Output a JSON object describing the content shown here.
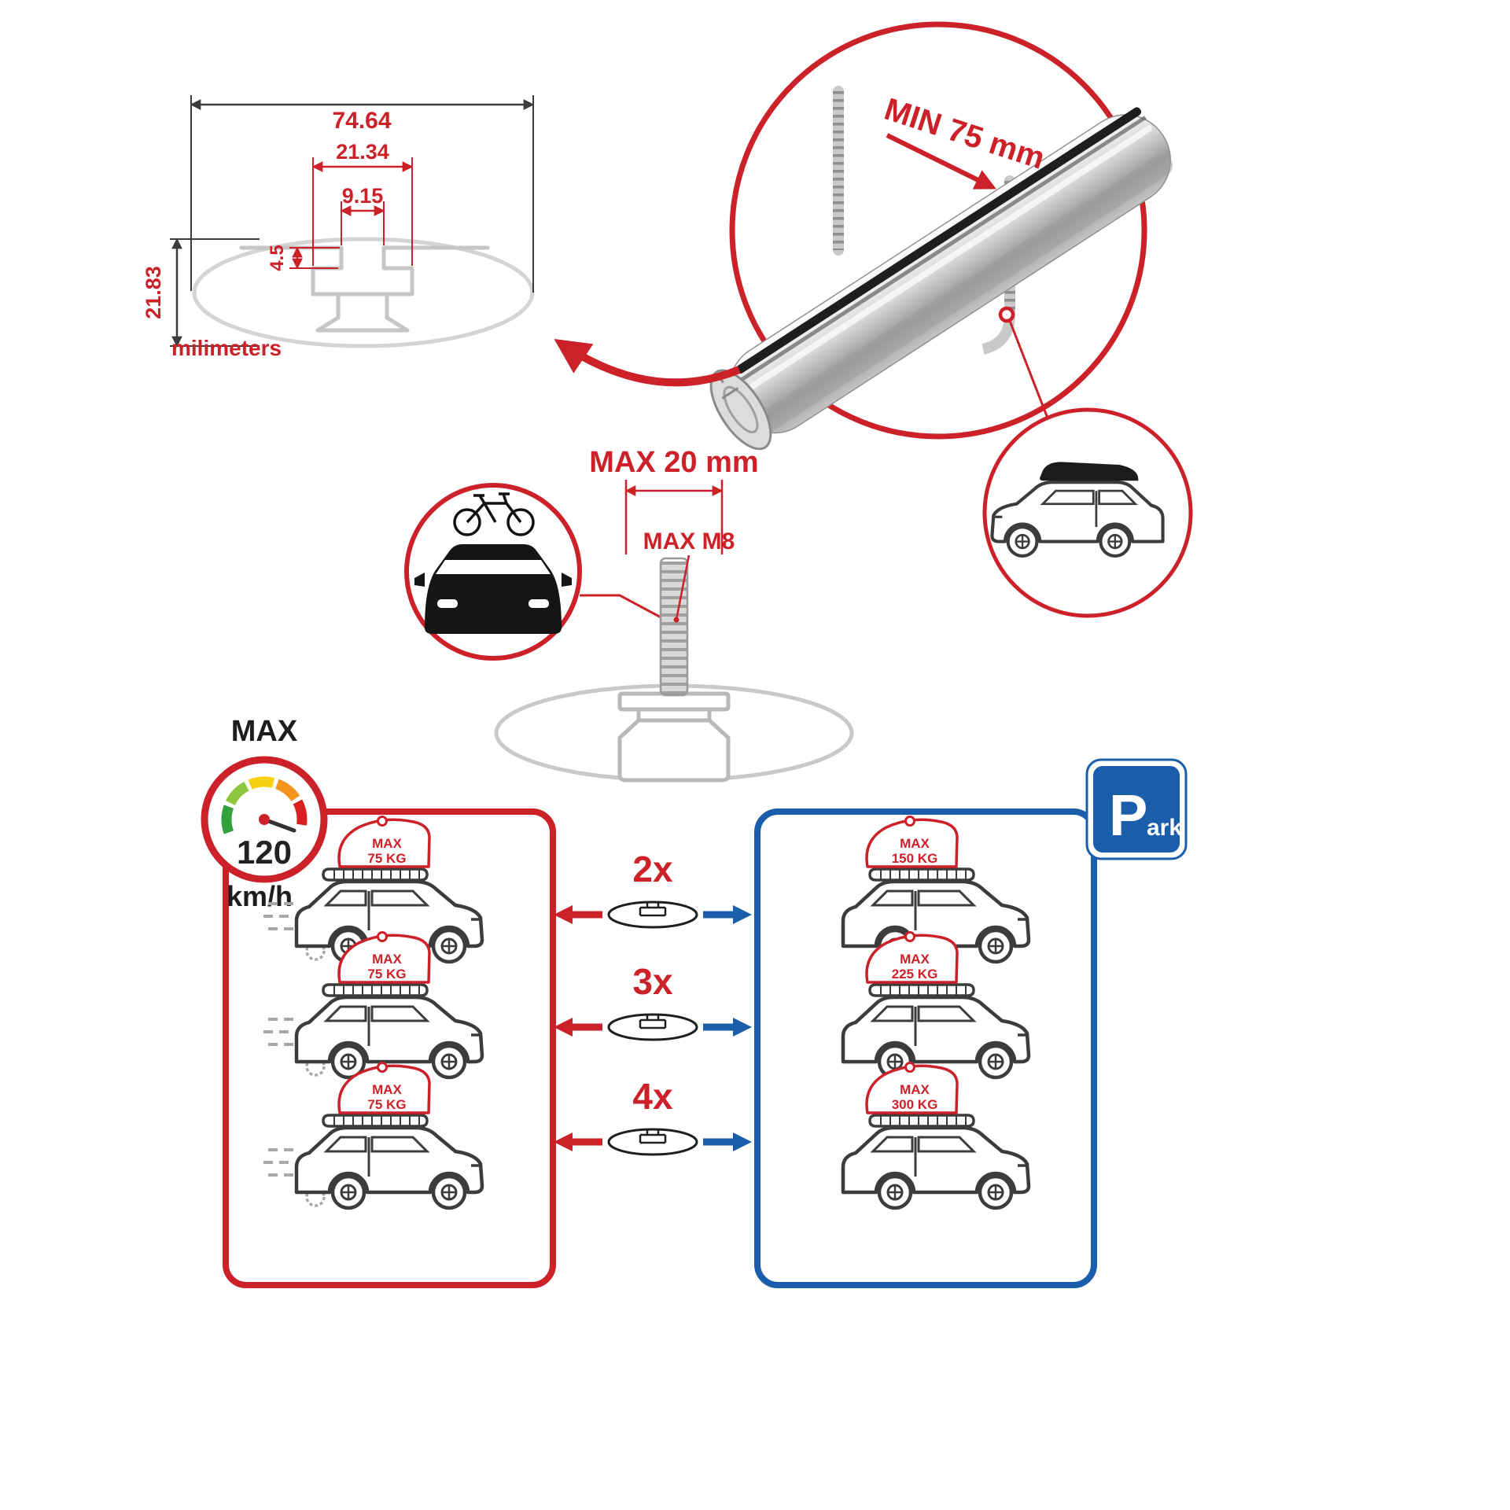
{
  "tech_drawing": {
    "total_width": "74.64",
    "channel_width": "21.34",
    "slot_width": "9.15",
    "slot_depth": "4.5",
    "total_height": "21.83",
    "unit_label": "milimeters"
  },
  "bar_detail": {
    "min_label": "MIN 75 mm"
  },
  "bolt_detail": {
    "width_label": "MAX 20 mm",
    "thread_label": "MAX M8"
  },
  "speed_limit": {
    "label": "MAX",
    "value": "120",
    "unit": "km/h"
  },
  "parking_sign": {
    "letter": "P",
    "suffix": "ark"
  },
  "load_rows": [
    {
      "multiplier": "2x",
      "moving": {
        "line1": "MAX",
        "line2": "75 KG"
      },
      "parked": {
        "line1": "MAX",
        "line2": "150 KG"
      }
    },
    {
      "multiplier": "3x",
      "moving": {
        "line1": "MAX",
        "line2": "75 KG"
      },
      "parked": {
        "line1": "MAX",
        "line2": "225 KG"
      }
    },
    {
      "multiplier": "4x",
      "moving": {
        "line1": "MAX",
        "line2": "75 KG"
      },
      "parked": {
        "line1": "MAX",
        "line2": "300 KG"
      }
    }
  ],
  "colors": {
    "accent_red": "#cc2128",
    "accent_blue": "#1a5dab",
    "line_gray": "#c6c6c6",
    "dark": "#3c3c3c"
  }
}
